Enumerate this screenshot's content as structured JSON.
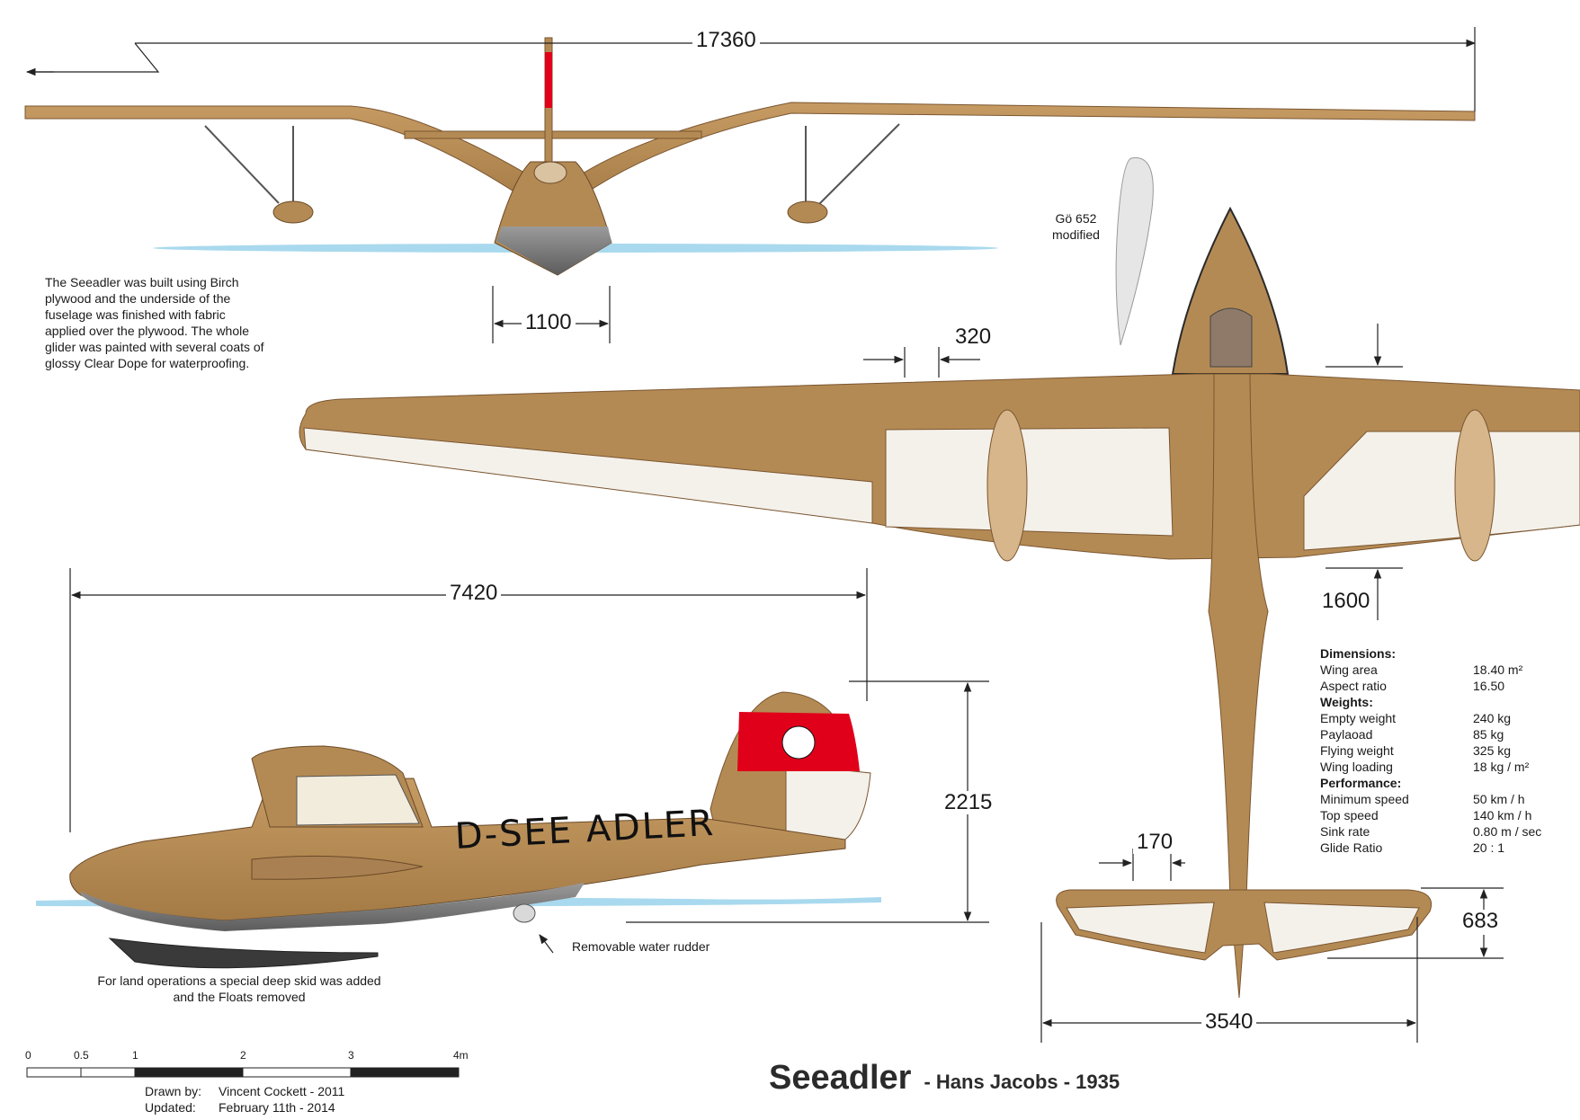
{
  "colors": {
    "wood": "#b48a54",
    "wood_dark": "#8a6233",
    "fabric": "#f4f1ea",
    "water": "#a9d9ee",
    "tail_red": "#e1001a",
    "hull_grey": "#7a7a7a"
  },
  "dimensions": {
    "span": "17360",
    "hull_width": "1100",
    "dim_320": "320",
    "chord": "1600",
    "length": "7420",
    "height": "2215",
    "dim_170": "170",
    "tail_chord": "683",
    "tail_span": "3540"
  },
  "labels": {
    "airfoil_line1": "Gö 652",
    "airfoil_line2": "modified",
    "registration": "D-SEE ADLER",
    "rudder_note": "Removable water rudder",
    "skid_note_line1": "For land operations a special deep skid was added",
    "skid_note_line2": "and the Floats removed"
  },
  "construction_note": [
    "The Seeadler was built using Birch",
    "plywood and the underside of the",
    "fuselage was finished with fabric",
    "applied  over the plywood. The whole",
    "glider was painted with several coats of",
    "glossy Clear Dope  for waterproofing."
  ],
  "specs": {
    "dimensions_heading": "Dimensions:",
    "wing_area_label": "Wing area",
    "wing_area_value": "18.40 m²",
    "aspect_ratio_label": "Aspect ratio",
    "aspect_ratio_value": "16.50",
    "weights_heading": "Weights:",
    "empty_weight_label": "Empty weight",
    "empty_weight_value": "240 kg",
    "payload_label": "Paylaoad",
    "payload_value": "85 kg",
    "flying_weight_label": "Flying weight",
    "flying_weight_value": "325 kg",
    "wing_loading_label": "Wing loading",
    "wing_loading_value": "18 kg / m²",
    "performance_heading": "Performance:",
    "min_speed_label": "Minimum speed",
    "min_speed_value": "50 km / h",
    "top_speed_label": "Top speed",
    "top_speed_value": "140 km / h",
    "sink_rate_label": "Sink rate",
    "sink_rate_value": "0.80 m / sec",
    "glide_ratio_label": "Glide Ratio",
    "glide_ratio_value": "20 : 1"
  },
  "scale": {
    "labels": [
      "0",
      "0.5",
      "1",
      "2",
      "3",
      "4m"
    ]
  },
  "credits": {
    "drawn_label": "Drawn by:",
    "drawn_value": "Vincent Cockett - 2011",
    "updated_label": "Updated:",
    "updated_value": "February 11th - 2014"
  },
  "title": {
    "main": "Seeadler",
    "sub": "- Hans Jacobs - 1935"
  }
}
